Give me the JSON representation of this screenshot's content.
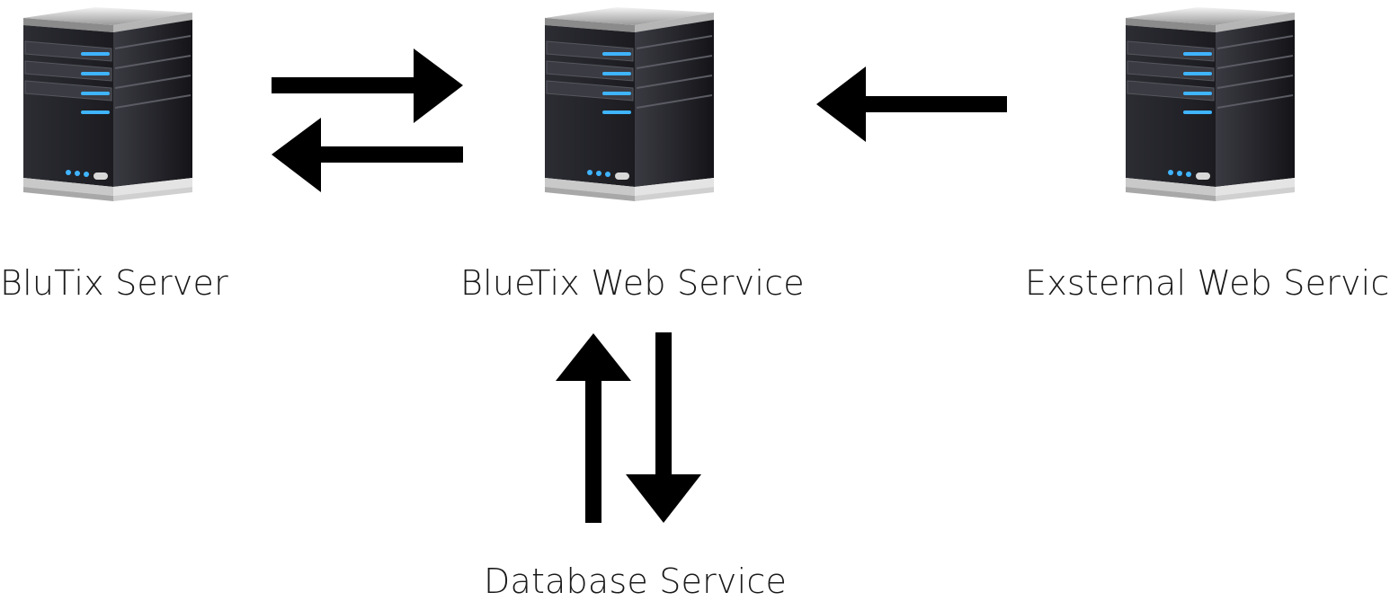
{
  "nodes": {
    "blutix_server": {
      "label": "BluTix Server",
      "icon": "server-icon"
    },
    "bluetix_web_service": {
      "label": "BlueTix Web Service",
      "icon": "server-icon"
    },
    "external_web_service": {
      "label": "Exsternal Web Service",
      "icon": "server-icon"
    },
    "database_service": {
      "label": "Database Service"
    }
  },
  "edges": [
    {
      "from": "blutix_server",
      "to": "bluetix_web_service"
    },
    {
      "from": "bluetix_web_service",
      "to": "blutix_server"
    },
    {
      "from": "external_web_service",
      "to": "bluetix_web_service"
    },
    {
      "from": "database_service",
      "to": "bluetix_web_service"
    },
    {
      "from": "bluetix_web_service",
      "to": "database_service"
    }
  ],
  "colors": {
    "arrow": "#000000",
    "led": "#3fb4ff",
    "server_body": "#2a2b31"
  }
}
